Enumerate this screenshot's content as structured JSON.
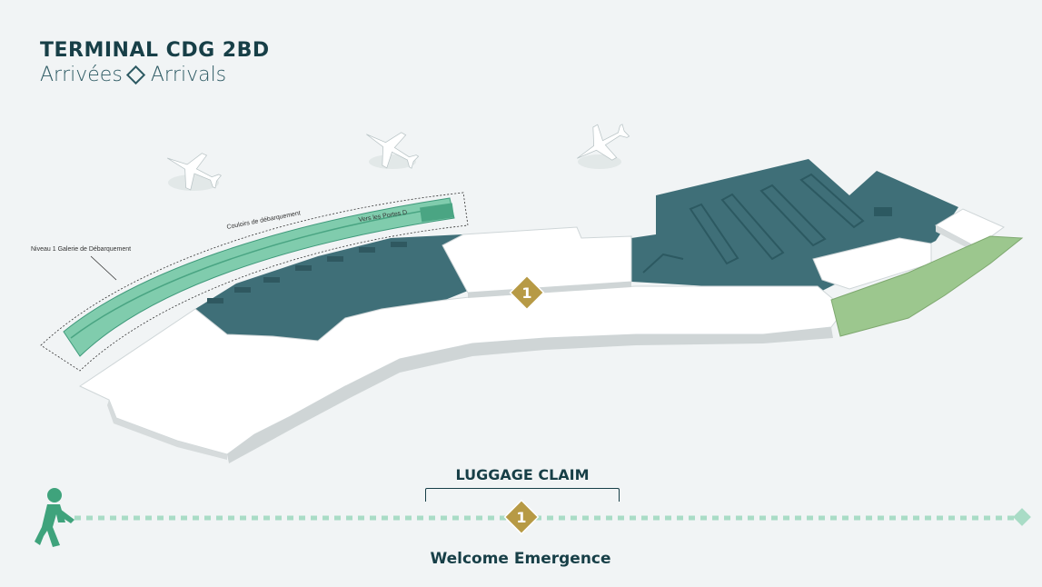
{
  "header": {
    "title": "TERMINAL CDG 2BD",
    "subtitle_fr": "Arrivées",
    "subtitle_en": "Arrivals"
  },
  "map": {
    "callout_level": "Niveau 1 Galerie de Débarquement",
    "callout_corridor": "Couloirs de débarquement",
    "callout_corridor_2": "Vers les Portes D",
    "marker_number": "1",
    "colors": {
      "dark_teal": "#3f6f78",
      "mint": "#6cc4a0",
      "light_green": "#9cc78e",
      "building_white": "#ffffff",
      "gold": "#b79a45"
    }
  },
  "legend": {
    "luggage_claim": "LUGGAGE CLAIM",
    "step_number": "1",
    "welcome": "Welcome Emergence"
  }
}
